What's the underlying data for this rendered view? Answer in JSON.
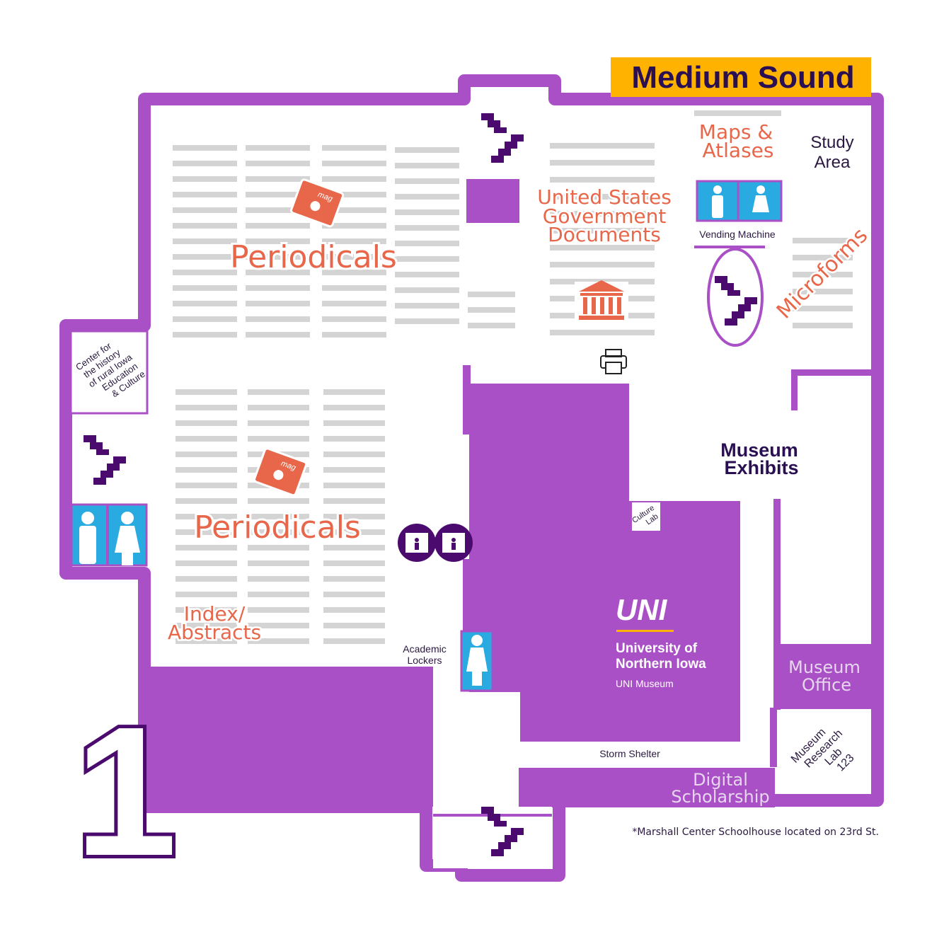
{
  "title": "Medium Sound",
  "floor_number": "1",
  "colors": {
    "wall": "#aa50c6",
    "stairs": "#4b0a6e",
    "label": "#e8674a",
    "restroom": "#29abe2",
    "banner": "#ffb300",
    "shelf": "#d4d4d4"
  },
  "areas": {
    "periodicals_upper": "Periodicals",
    "periodicals_lower": "Periodicals",
    "mag_icon_text": "mag",
    "index_abstracts": [
      "Index/",
      "Abstracts"
    ],
    "us_gov_docs": [
      "United States",
      "Government",
      "Documents"
    ],
    "maps_atlases": [
      "Maps &",
      "Atlases"
    ],
    "study_area": [
      "Study",
      "Area"
    ],
    "vending_machine": "Vending Machine",
    "microforms": "Microforms",
    "center_rural_iowa": [
      "Center for",
      "the history",
      "of rural Iowa",
      "Education",
      "& Culture"
    ],
    "museum_exhibits": [
      "Museum",
      "Exhibits"
    ],
    "culture_lab": [
      "Culture",
      "Lab"
    ],
    "academic_lockers": [
      "Academic",
      "Lockers"
    ],
    "storm_shelter": "Storm Shelter",
    "museum_office": [
      "Museum",
      "Office"
    ],
    "museum_research_lab": [
      "Museum",
      "Research",
      "Lab",
      "123"
    ],
    "digital_scholarship": [
      "Digital",
      "Scholarship"
    ]
  },
  "logo": {
    "mark": "UNI",
    "line1": "University of",
    "line2": "Northern Iowa",
    "sub": "UNI Museum"
  },
  "footnote": "*Marshall Center Schoolhouse located on 23rd St."
}
